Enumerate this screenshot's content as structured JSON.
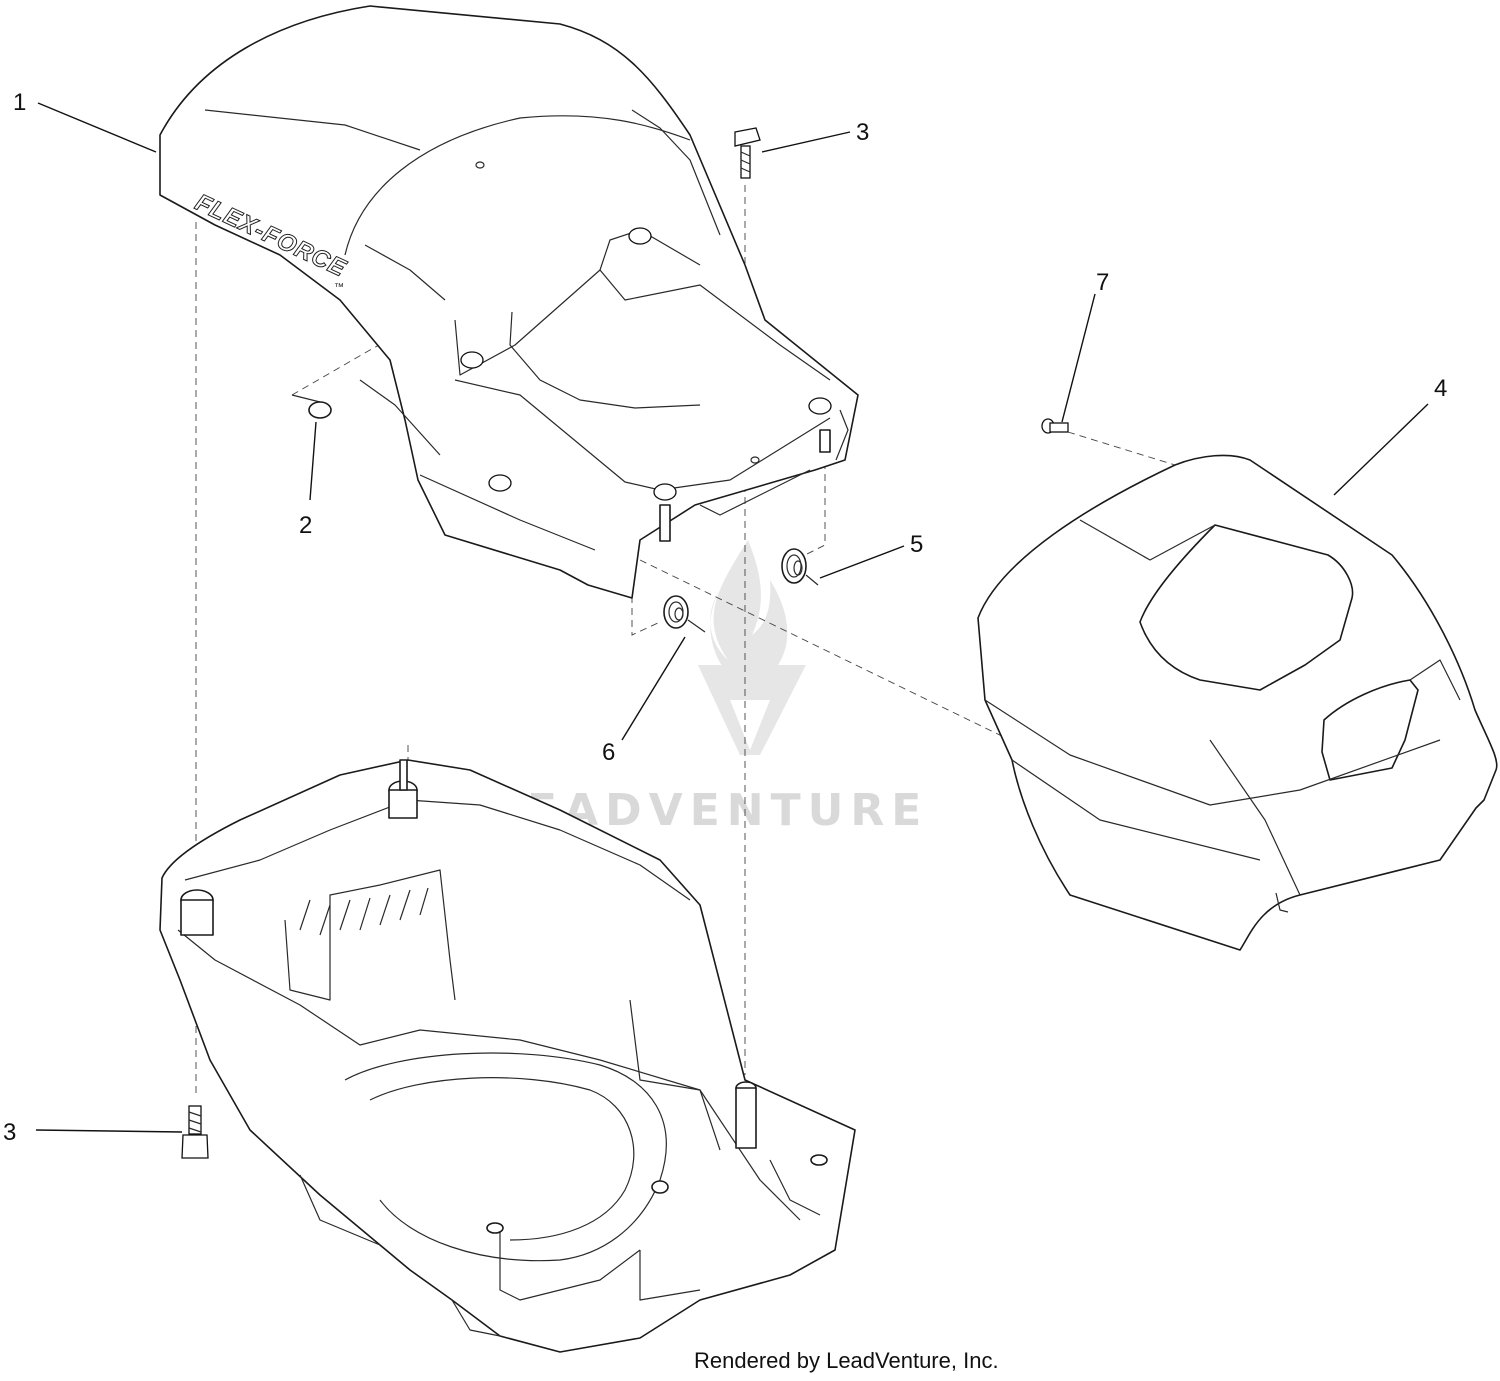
{
  "diagram": {
    "callouts": [
      {
        "id": "1",
        "text": "1"
      },
      {
        "id": "2",
        "text": "2"
      },
      {
        "id": "3a",
        "text": "3"
      },
      {
        "id": "3b",
        "text": "3"
      },
      {
        "id": "4",
        "text": "4"
      },
      {
        "id": "5",
        "text": "5"
      },
      {
        "id": "6",
        "text": "6"
      },
      {
        "id": "7",
        "text": "7"
      }
    ],
    "decal_text": "FLEX-FORCE",
    "decal_trademark": "™",
    "watermark_text": "LEADVENTURE",
    "footer": "Rendered by LeadVenture, Inc."
  },
  "colors": {
    "line": "#1a1a1a",
    "watermark": "#d9d9d9",
    "background": "#ffffff"
  }
}
